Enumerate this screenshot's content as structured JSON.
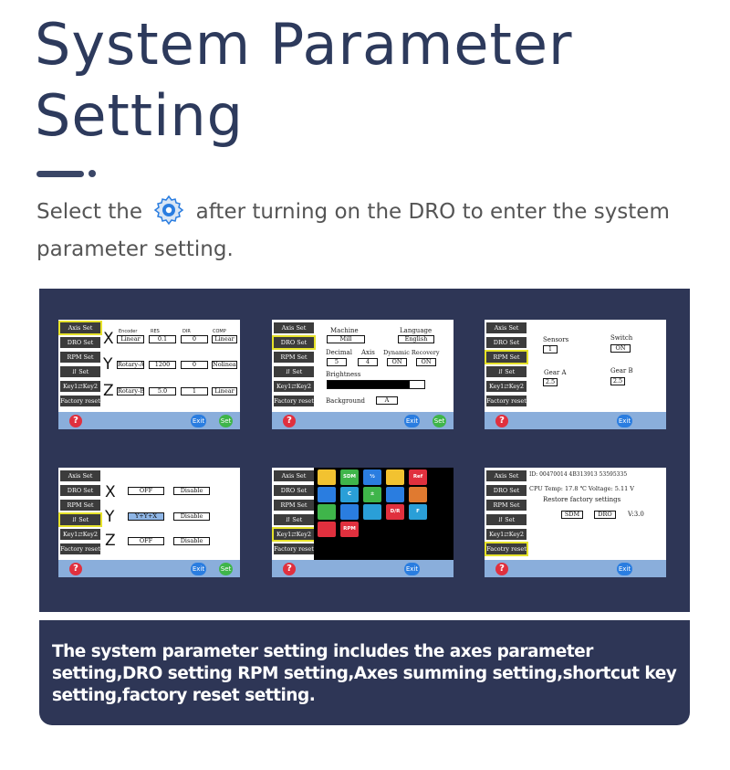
{
  "title_line1": "System  Parameter",
  "title_line2": "Setting",
  "intro": {
    "before": "Select the",
    "after": "after turning on the DRO to enter the system parameter setting.",
    "gear_icon": "gear-icon",
    "gear_color": "#2a7de0"
  },
  "menu": {
    "axis_set": "Axis Set",
    "dro_set": "DRO Set",
    "rpm_set": "RPM Set",
    "sum_set": "Set",
    "keys": "Key1⇄Key2",
    "factory_reset": "Factory reset",
    "factory_reset_typo": "Facotry reset"
  },
  "common": {
    "help": "?",
    "exit": "Exit",
    "set": "Set"
  },
  "screen1": {
    "col_encoder": "Encoder",
    "col_res": "RES",
    "col_dir": "DIR",
    "col_comp": "COMP",
    "axes": [
      {
        "letter": "X",
        "encoder": "Linear",
        "res": "0.1",
        "dir": "0",
        "comp": "Linear"
      },
      {
        "letter": "Y",
        "encoder": "Rotary-A",
        "res": "1200",
        "dir": "0",
        "comp": "Nolinear"
      },
      {
        "letter": "Z",
        "encoder": "Rotary-B",
        "res": "5.0",
        "dir": "1",
        "comp": "Linear"
      }
    ]
  },
  "screen2": {
    "machine_label": "Machine",
    "machine_value": "Mill",
    "language_label": "Language",
    "language_value": "English",
    "decimal_label": "Decimal",
    "decimal_value": "5",
    "axis_label": "Axis",
    "axis_value": "4",
    "recovery_label": "Dynamic Recovery",
    "recovery_value1": "ON",
    "recovery_value2": "ON",
    "brightness_label": "Brightness",
    "brightness_level": 0.85,
    "background_label": "Background",
    "background_value": "A"
  },
  "screen3": {
    "sensors_label": "Sensors",
    "sensors_value": "1",
    "switch_label": "Switch",
    "switch_value": "ON",
    "gear_a_label": "Gear A",
    "gear_a_value": "2.5",
    "gear_b_label": "Gear B",
    "gear_b_value": "2.5"
  },
  "screen4": {
    "rows": [
      {
        "letter": "X",
        "formula": "OFF",
        "state": "Disable"
      },
      {
        "letter": "Y",
        "formula": "Y+Y+X",
        "state": "Disable"
      },
      {
        "letter": "Z",
        "formula": "OFF",
        "state": "Disable"
      }
    ]
  },
  "screen5": {
    "icons": [
      {
        "label": "",
        "color": "#f2c230",
        "name": "sun-icon"
      },
      {
        "label": "SDM",
        "color": "#3fb54a",
        "name": "sdm-icon"
      },
      {
        "label": "½",
        "color": "#2a7de0",
        "name": "half-icon"
      },
      {
        "label": "",
        "color": "#f2c230",
        "name": "light-icon"
      },
      {
        "label": "Ref",
        "color": "#e0303e",
        "name": "ref-icon"
      },
      {
        "label": "",
        "color": "#2a7de0",
        "name": "settings-icon"
      },
      {
        "label": "C",
        "color": "#2a9fd8",
        "name": "calc-icon"
      },
      {
        "label": "±",
        "color": "#3fb54a",
        "name": "plus-minus-icon"
      },
      {
        "label": "",
        "color": "#2a7de0",
        "name": "bluetooth-icon"
      },
      {
        "label": "",
        "color": "#e07a30",
        "name": "face-icon"
      },
      {
        "label": "",
        "color": "#3fb54a",
        "name": "wave-icon"
      },
      {
        "label": "",
        "color": "#2a7de0",
        "name": "triangle-icon"
      },
      {
        "label": "",
        "color": "#2a9fd8",
        "name": "arrow-icon"
      },
      {
        "label": "D/R",
        "color": "#e0303e",
        "name": "d-r-icon"
      },
      {
        "label": "F",
        "color": "#2a9fd8",
        "name": "f-icon"
      },
      {
        "label": "",
        "color": "#e0303e",
        "name": "help-icon"
      },
      {
        "label": "RPM",
        "color": "#e0303e",
        "name": "rpm-icon"
      }
    ]
  },
  "screen6": {
    "id_line": "ID:   00470014 4B313913 53595335",
    "cpu_line": "CPU Temp: 17.8  ℃    Voltage: 5.11  V",
    "restore_label": "Restore factory settings",
    "sdm": "SDM",
    "dro": "DRO",
    "version": "V:3.0"
  },
  "caption": "The system parameter setting includes the axes parameter setting,DRO setting RPM setting,Axes summing setting,shortcut key setting,factory reset setting."
}
